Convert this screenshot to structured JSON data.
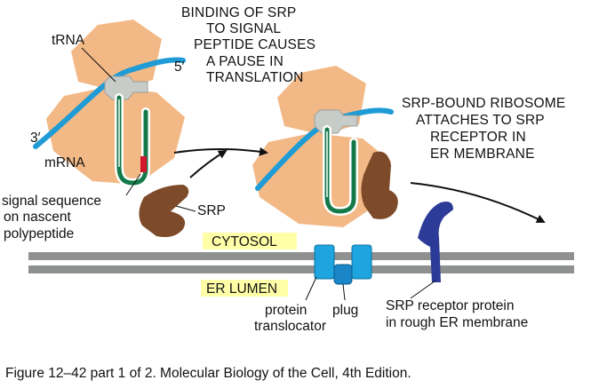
{
  "colors": {
    "ribosome": "#f2b986",
    "mrna": "#1f9bd6",
    "trna": "#c8ccc9",
    "polypeptide_green": "#147a4a",
    "signal_red": "#d2162c",
    "srp": "#7d4a2a",
    "srp_receptor": "#2b3b97",
    "translocator": "#1ea5e0",
    "membrane": "#8f9090",
    "label_highlight": "#ffffa8"
  },
  "labels": {
    "trna": "tRNA",
    "five_prime": "5′",
    "three_prime": "3′",
    "mrna": "mRNA",
    "signal_sequence": [
      "signal sequence",
      "on nascent",
      "polypeptide"
    ],
    "srp": "SRP",
    "cytosol": "CYTOSOL",
    "er_lumen": "ER LUMEN",
    "protein_translocator": [
      "protein",
      "translocator"
    ],
    "plug": "plug",
    "srp_receptor": [
      "SRP receptor protein",
      "in rough ER membrane"
    ]
  },
  "step_captions": {
    "pause": [
      "BINDING OF SRP",
      "TO SIGNAL",
      "PEPTIDE CAUSES",
      "A PAUSE IN",
      "TRANSLATION"
    ],
    "attach": [
      "SRP-BOUND RIBOSOME",
      "ATTACHES TO SRP",
      "RECEPTOR IN",
      "ER MEMBRANE"
    ]
  },
  "figure_caption": "Figure 12–42 part 1 of 2. Molecular Biology of the Cell, 4th Edition."
}
